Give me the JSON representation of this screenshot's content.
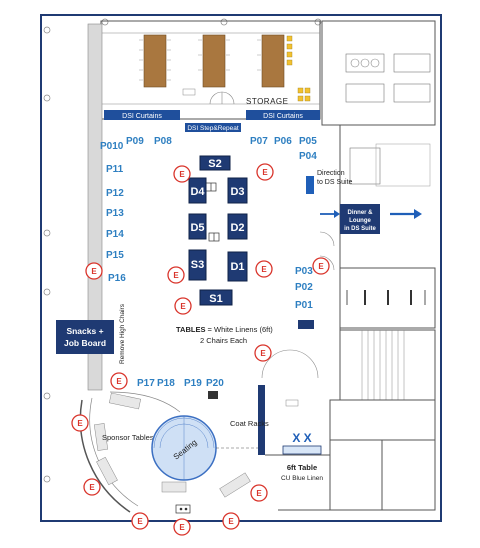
{
  "labels": {
    "storage": "STORAGE",
    "dsi_curtains_left": "DSI Curtains",
    "dsi_step_repeat": "DSI Step&Repeat",
    "dsi_curtains_right": "DSI Curtains",
    "direction_line1": "Direction",
    "direction_line2": "to DS Suite",
    "dinner_line1": "Dinner &",
    "dinner_line2": "Lounge",
    "dinner_line3": "in DS Suite",
    "tables_bold": "TABLES",
    "tables_rest": " = White Linens (6ft)",
    "chairs": "2 Chairs Each",
    "snacks_line1": "Snacks +",
    "snacks_line2": "Job Board",
    "remove_chairs": "Remove High Chairs",
    "sponsor_tables": "Sponsor Tables",
    "seating": "Seating",
    "coat_racks": "Coat Racks",
    "six_ft_table": "6ft Table",
    "cu_blue_linen": "CU Blue Linen",
    "x_marks": "X X",
    "emergency": "E"
  },
  "posters": [
    {
      "id": "p09",
      "label": "P09"
    },
    {
      "id": "p08",
      "label": "P08"
    },
    {
      "id": "p07",
      "label": "P07"
    },
    {
      "id": "p06",
      "label": "P06"
    },
    {
      "id": "p05",
      "label": "P05"
    },
    {
      "id": "p010",
      "label": "P010"
    },
    {
      "id": "p04",
      "label": "P04"
    },
    {
      "id": "p11",
      "label": "P11"
    },
    {
      "id": "p12",
      "label": "P12"
    },
    {
      "id": "p13",
      "label": "P13"
    },
    {
      "id": "p14",
      "label": "P14"
    },
    {
      "id": "p15",
      "label": "P15"
    },
    {
      "id": "p16",
      "label": "P16"
    },
    {
      "id": "p03",
      "label": "P03"
    },
    {
      "id": "p02",
      "label": "P02"
    },
    {
      "id": "p01",
      "label": "P01"
    },
    {
      "id": "p17",
      "label": "P17"
    },
    {
      "id": "p18",
      "label": "P18"
    },
    {
      "id": "p19",
      "label": "P19"
    },
    {
      "id": "p20",
      "label": "P20"
    }
  ],
  "tables": [
    {
      "id": "s2",
      "label": "S2"
    },
    {
      "id": "d4",
      "label": "D4"
    },
    {
      "id": "d3",
      "label": "D3"
    },
    {
      "id": "d5",
      "label": "D5"
    },
    {
      "id": "d2",
      "label": "D2"
    },
    {
      "id": "s3",
      "label": "S3"
    },
    {
      "id": "d1",
      "label": "D1"
    },
    {
      "id": "s1",
      "label": "S1"
    }
  ],
  "colors": {
    "border": "#1f3a73",
    "table": "#1f3a73",
    "curtain": "#1f4f9c",
    "poster_label": "#2e7fc1",
    "emergency": "#d9342b",
    "seating_fill": "#cfe0f5",
    "seating_stroke": "#3b6fc2",
    "arrow": "#1f5fb8",
    "wood": "#a9773f",
    "chair": "#f2c230"
  }
}
